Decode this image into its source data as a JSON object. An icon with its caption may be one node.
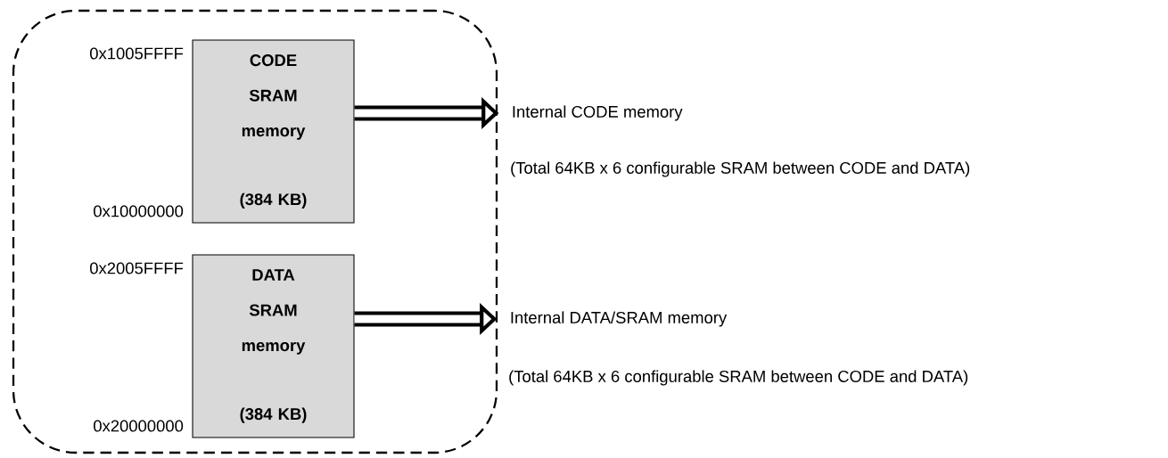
{
  "diagram": {
    "nodes": [
      {
        "text": [],
        "shape": "box"
      },
      {
        "text": [
          "CODE SRAM memory",
          "(384 KB)"
        ],
        "in": 0,
        "beside": [
          "0x1005FFFF",
          "0x10000000"
        ]
      },
      {
        "text": [
          "DATA SRAM memory",
          "(384 KB)"
        ],
        "in": 0,
        "beside": [
          "0x2005FFFF",
          "0x20000000"
        ]
      },
      {
        "text": [
          "Internal CODE memory"
        ],
        "beside": [
          "(Total 64KB x 6 configurable SRAM between CODE and DATA)"
        ]
      },
      {
        "text": [
          "Internal DATA/SRAM memory"
        ],
        "beside": [
          "(Total 64KB x 6 configurable SRAM between CODE and DATA)"
        ]
      }
    ],
    "edges": [
      {
        "from": 1,
        "to": 3,
        "arrow": "to"
      },
      {
        "from": 2,
        "to": 4,
        "arrow": "to"
      }
    ]
  }
}
